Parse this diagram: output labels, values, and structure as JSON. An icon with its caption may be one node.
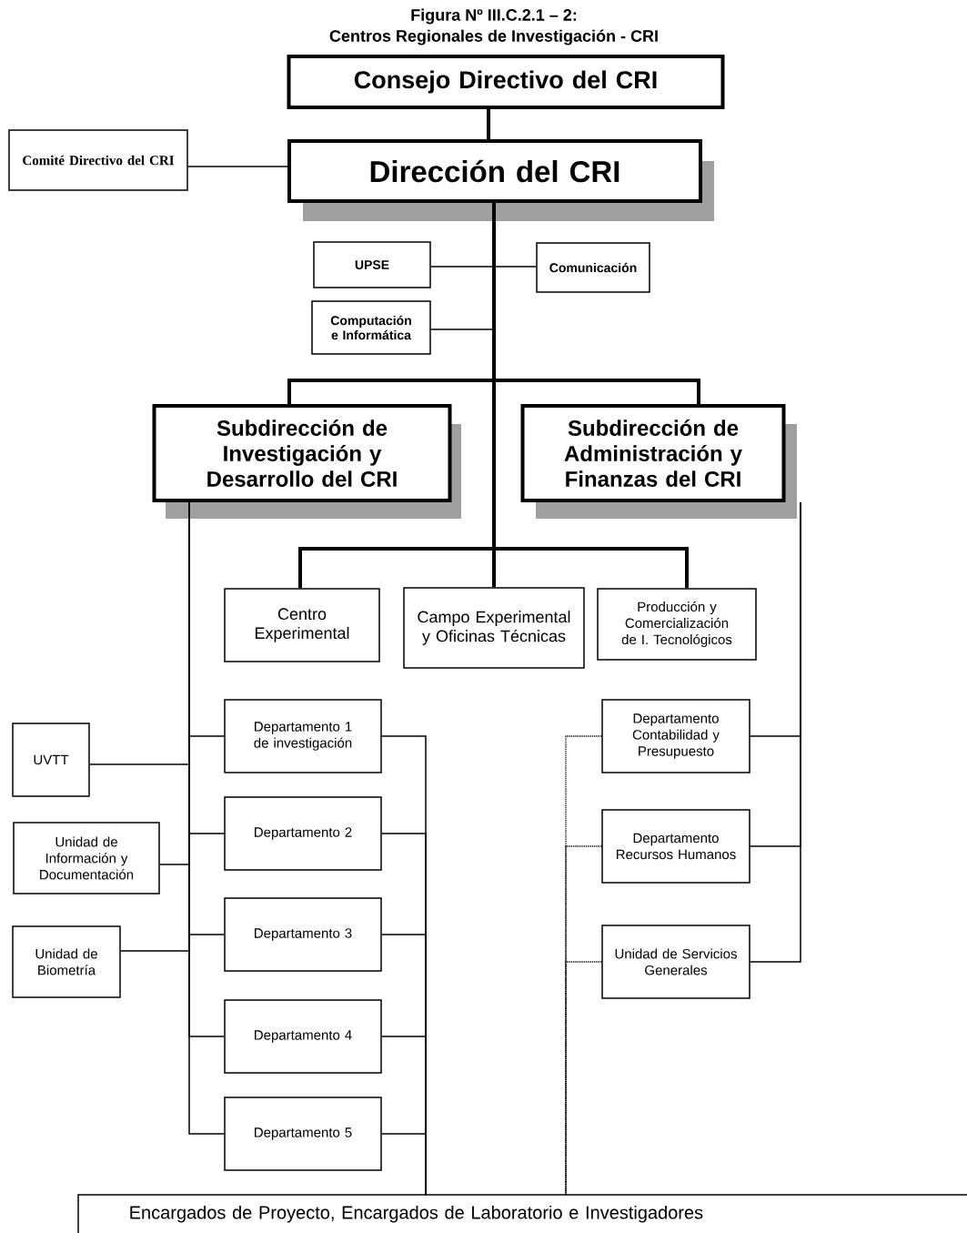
{
  "diagram": {
    "title": "Figura Nº III.C.2.1 – 2:",
    "labels": [
      "Centros Regionales de Investigación - CRI"
    ],
    "nodes": [
      {
        "text": [
          "Consejo Directivo del CRI"
        ]
      },
      {
        "text": [
          "Comité Directivo del CRI"
        ]
      },
      {
        "text": [
          "Dirección del CRI"
        ]
      },
      {
        "text": [
          "UPSE"
        ]
      },
      {
        "text": [
          "Comunicación"
        ]
      },
      {
        "text": [
          "Computación e Informática"
        ]
      },
      {
        "text": [
          "Subdirección de Investigación y Desarrollo del CRI"
        ]
      },
      {
        "text": [
          "Subdirección de Administración y Finanzas del CRI"
        ]
      },
      {
        "text": [
          "Centro Experimental"
        ]
      },
      {
        "text": [
          "Campo Experimental y Oficinas Técnicas"
        ]
      },
      {
        "text": [
          "Producción y Comercialización de I. Tecnológicos"
        ]
      },
      {
        "text": [
          "UVTT"
        ]
      },
      {
        "text": [
          "Unidad de Información y Documentación"
        ]
      },
      {
        "text": [
          "Unidad de Biometría"
        ]
      },
      {
        "text": [
          "Departamento 1 de investigación"
        ]
      },
      {
        "text": [
          "Departamento 2"
        ]
      },
      {
        "text": [
          "Departamento 3"
        ]
      },
      {
        "text": [
          "Departamento 4"
        ]
      },
      {
        "text": [
          "Departamento 5"
        ]
      },
      {
        "text": [
          "Departamento Contabilidad y Presupuesto"
        ]
      },
      {
        "text": [
          "Departamento Recursos Humanos"
        ]
      },
      {
        "text": [
          "Unidad de Servicios Generales"
        ]
      },
      {
        "text": [
          "Encargados de Proyecto, Encargados de Laboratorio e Investigadores"
        ]
      }
    ],
    "edges": [
      {
        "from": 0,
        "to": 2,
        "arrow": "none",
        "style": "thick"
      },
      {
        "from": 1,
        "to": 2,
        "arrow": "none"
      },
      {
        "from": 2,
        "to": 3,
        "arrow": "none"
      },
      {
        "from": 2,
        "to": 4,
        "arrow": "none"
      },
      {
        "from": 2,
        "to": 5,
        "arrow": "none"
      },
      {
        "from": 2,
        "to": 6,
        "arrow": "none",
        "style": "thick"
      },
      {
        "from": 2,
        "to": 7,
        "arrow": "none",
        "style": "thick"
      },
      {
        "from": 2,
        "to": 8,
        "arrow": "none",
        "style": "thick"
      },
      {
        "from": 2,
        "to": 9,
        "arrow": "none",
        "style": "thick"
      },
      {
        "from": 2,
        "to": 10,
        "arrow": "none",
        "style": "thick"
      },
      {
        "from": 6,
        "to": 11,
        "arrow": "none"
      },
      {
        "from": 6,
        "to": 12,
        "arrow": "none"
      },
      {
        "from": 6,
        "to": 13,
        "arrow": "none"
      },
      {
        "from": 6,
        "to": 14,
        "arrow": "none"
      },
      {
        "from": 6,
        "to": 15,
        "arrow": "none"
      },
      {
        "from": 6,
        "to": 16,
        "arrow": "none"
      },
      {
        "from": 6,
        "to": 17,
        "arrow": "none"
      },
      {
        "from": 6,
        "to": 18,
        "arrow": "none"
      },
      {
        "from": 14,
        "to": 22,
        "arrow": "none"
      },
      {
        "from": 15,
        "to": 22,
        "arrow": "none"
      },
      {
        "from": 16,
        "to": 22,
        "arrow": "none"
      },
      {
        "from": 17,
        "to": 22,
        "arrow": "none"
      },
      {
        "from": 18,
        "to": 22,
        "arrow": "none"
      },
      {
        "from": 19,
        "to": 22,
        "arrow": "none",
        "style": "dashed"
      },
      {
        "from": 20,
        "to": 22,
        "arrow": "none",
        "style": "dashed"
      },
      {
        "from": 21,
        "to": 22,
        "arrow": "none",
        "style": "dashed"
      },
      {
        "from": 7,
        "to": 19,
        "arrow": "none"
      },
      {
        "from": 7,
        "to": 20,
        "arrow": "none"
      },
      {
        "from": 7,
        "to": 21,
        "arrow": "none"
      }
    ]
  }
}
